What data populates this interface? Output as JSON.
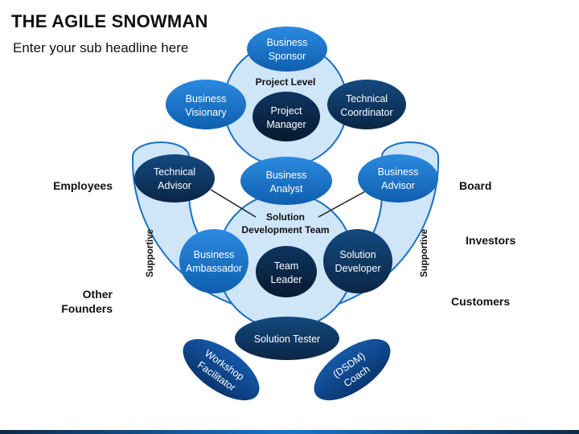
{
  "title": "THE AGILE SNOWMAN",
  "subtitle": "Enter your sub headline here",
  "levels": {
    "project": "Project Level",
    "solution": [
      "Solution",
      "Development Team"
    ]
  },
  "arc_labels": {
    "left": "Supportive",
    "right": "Supportive"
  },
  "side_labels": {
    "employees": "Employees",
    "other_founders": [
      "Other",
      "Founders"
    ],
    "board": "Board",
    "investors": "Investors",
    "customers": "Customers"
  },
  "roles": {
    "business_sponsor": [
      "Business",
      "Sponsor"
    ],
    "business_visionary": [
      "Business",
      "Visionary"
    ],
    "project_manager": [
      "Project",
      "Manager"
    ],
    "technical_coordinator": [
      "Technical",
      "Coordinator"
    ],
    "technical_advisor": [
      "Technical",
      "Advisor"
    ],
    "business_analyst": [
      "Business",
      "Analyst"
    ],
    "business_advisor": [
      "Business",
      "Advisor"
    ],
    "business_ambassador": [
      "Business",
      "Ambassador"
    ],
    "team_leader": [
      "Team",
      "Leader"
    ],
    "solution_developer": [
      "Solution",
      "Developer"
    ],
    "solution_tester": [
      "Solution Tester"
    ],
    "workshop_facilitator": [
      "Workshop",
      "Facilitator"
    ],
    "dsdm_coach": [
      "(DSDM)",
      "Coach"
    ]
  },
  "colors": {
    "bright_blue": "#1a73c7",
    "dark_navy": "#0d2d52",
    "deep_blue": "#0b3d7a",
    "light_fill": "#cfe5f8",
    "outline": "#1a6fc0"
  }
}
